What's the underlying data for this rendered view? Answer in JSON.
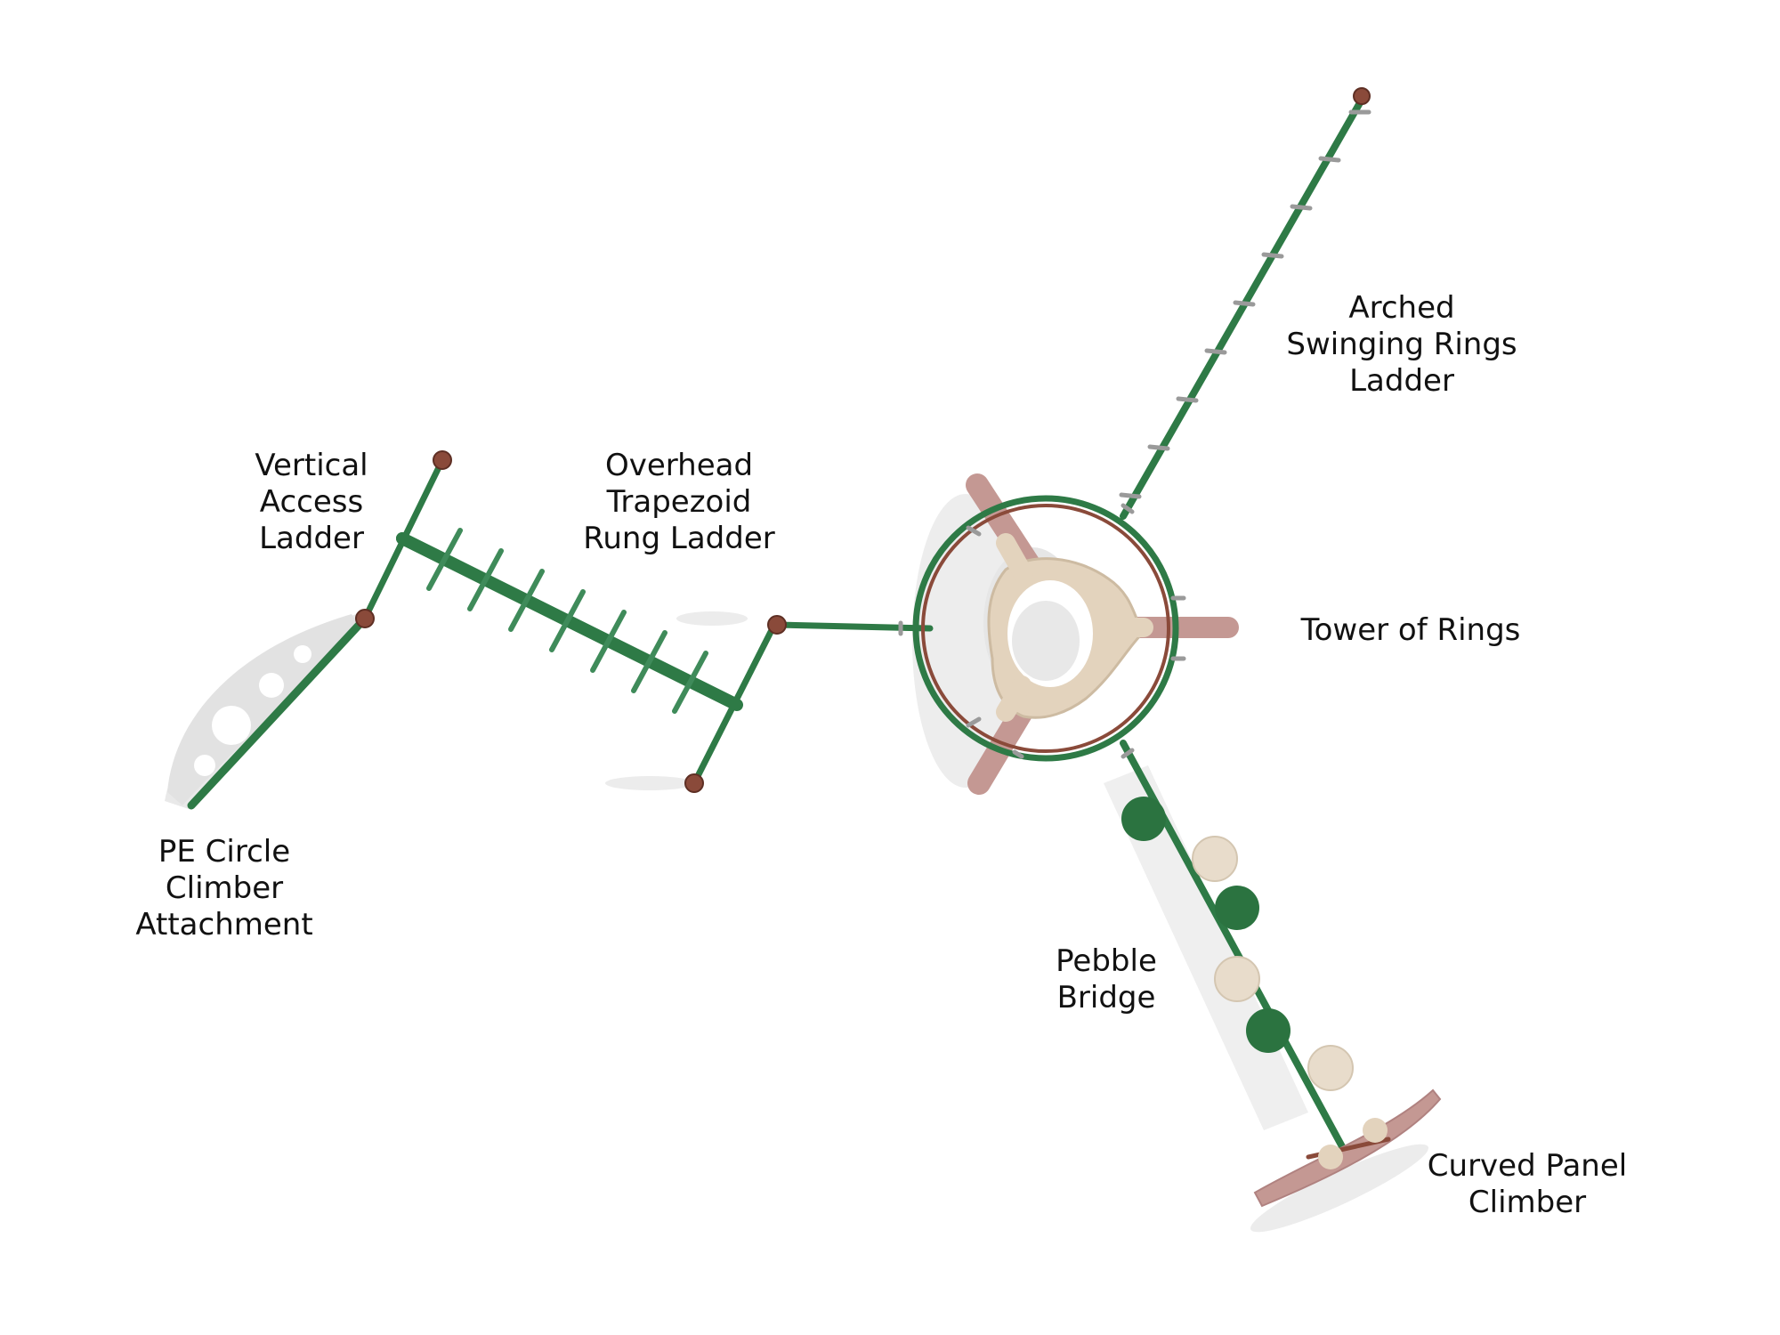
{
  "colors": {
    "post_green": "#2e7a46",
    "post_green_light": "#4f9a68",
    "cap_brown": "#8a4a3a",
    "slide_tan": "#e3d3bd",
    "deck_mauve": "#b98a86",
    "shadow": "#e4e4e4"
  },
  "labels": {
    "arched_rings": [
      "Arched",
      "Swinging Rings",
      "Ladder"
    ],
    "vertical_ladder": [
      "Vertical",
      "Access",
      "Ladder"
    ],
    "overhead_ladder": [
      "Overhead",
      "Trapezoid",
      "Rung Ladder"
    ],
    "tower_rings": [
      "Tower of Rings"
    ],
    "pe_circle": [
      "PE Circle",
      "Climber",
      "Attachment"
    ],
    "pebble_bridge": [
      "Pebble",
      "Bridge"
    ],
    "curved_panel": [
      "Curved Panel",
      "Climber"
    ]
  }
}
